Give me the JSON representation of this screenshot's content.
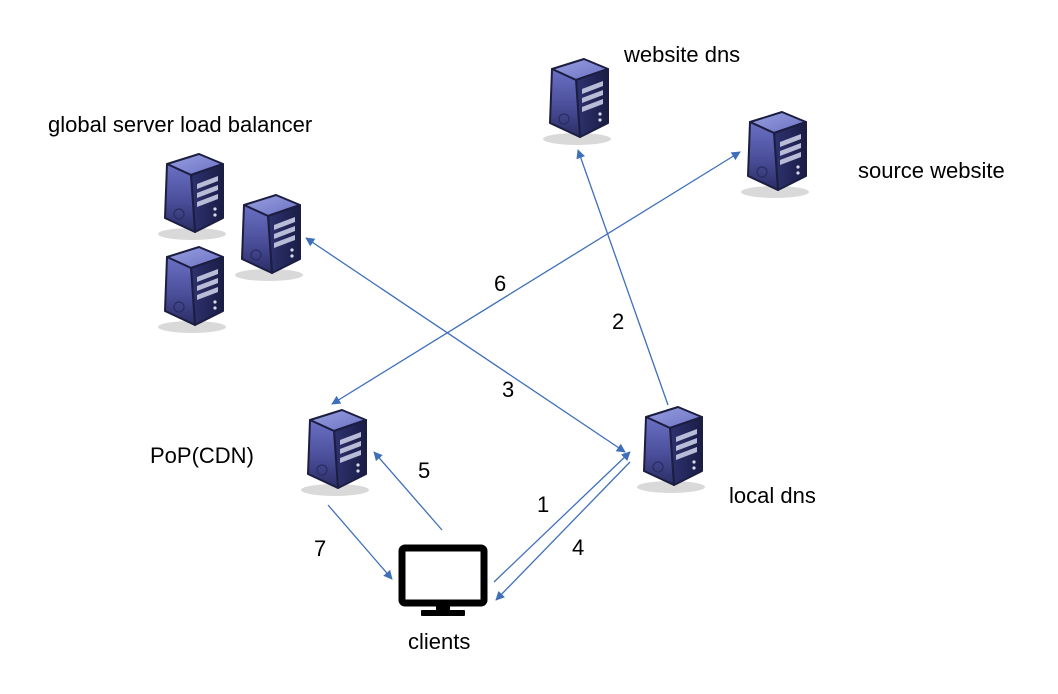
{
  "nodes": {
    "website_dns": "website dns",
    "source_website": "source website",
    "global_server_load_balancer": "global server load balancer",
    "pop_cdn": "PoP(CDN)",
    "local_dns": "local dns",
    "clients": "clients"
  },
  "steps": [
    "1",
    "2",
    "3",
    "4",
    "5",
    "6",
    "7"
  ],
  "colors": {
    "arrow": "#3f6fba",
    "server_body": "#4b4f9a",
    "server_dark": "#151a2e"
  },
  "icons": {
    "server": "server-icon",
    "monitor": "monitor-icon"
  }
}
